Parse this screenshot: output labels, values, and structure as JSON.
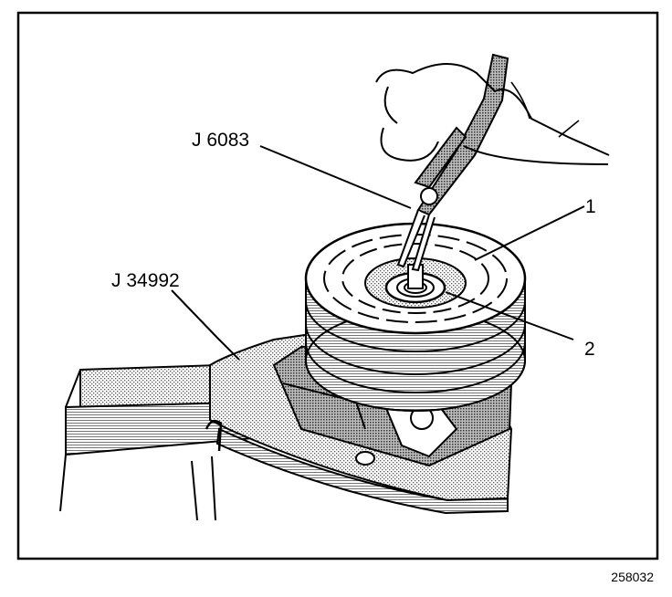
{
  "callouts": {
    "pliers_tool": "J 6083",
    "holding_fixture": "J 34992",
    "item_1": "1",
    "item_2": "2"
  },
  "figure_number": "258032"
}
